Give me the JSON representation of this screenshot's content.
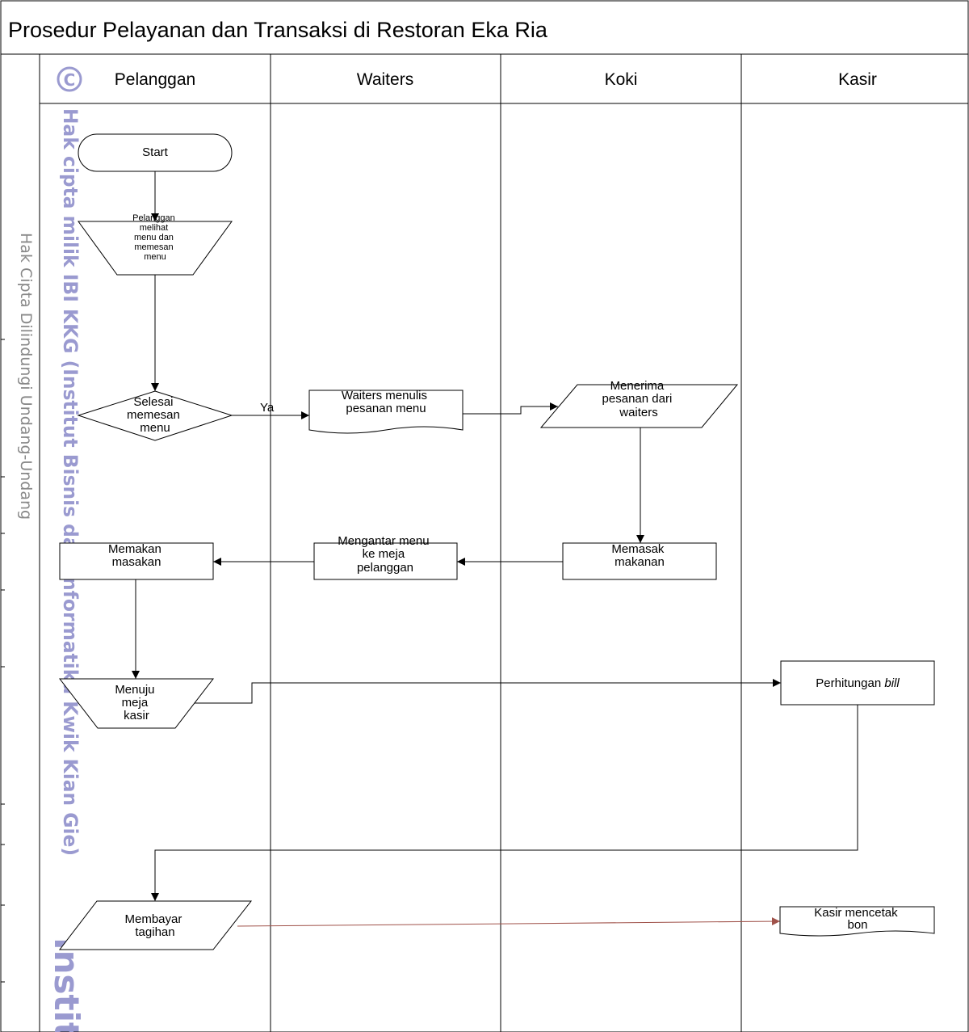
{
  "title": "Prosedur Pelayanan dan Transaksi di Restoran Eka Ria",
  "lanes": [
    "Pelanggan",
    "Waiters",
    "Koki",
    "Kasir"
  ],
  "watermark": {
    "side_text": "Hak Cipta Dilindungi Undang-Undang",
    "copyright_symbol": "C",
    "overlay_text": "Hak cipta milik IBI KKG (Institut Bisnis dan Informatika Kwik Kian Gie)",
    "bottom_text": "Institu"
  },
  "nodes": {
    "start": "Start",
    "lihat_menu": [
      "Pelanggan",
      "melihat",
      "menu dan",
      "memesan",
      "menu"
    ],
    "selesai": [
      "Selesai",
      "memesan",
      "menu"
    ],
    "waiters_menulis": [
      "Waiters menulis",
      "pesanan menu"
    ],
    "menerima": [
      "Menerima",
      "pesanan dari",
      "waiters"
    ],
    "memasak": [
      "Memasak",
      "makanan"
    ],
    "mengantar": [
      "Mengantar menu",
      "ke meja",
      "pelanggan"
    ],
    "memakan": [
      "Memakan",
      "masakan"
    ],
    "menuju": [
      "Menuju",
      "meja",
      "kasir"
    ],
    "perhitungan": "Perhitungan",
    "perhitungan_em": "bill",
    "membayar": [
      "Membayar",
      "tagihan"
    ],
    "mencetak": [
      "Kasir mencetak",
      "bon"
    ]
  },
  "edge_labels": {
    "ya": "Ya"
  },
  "colors": {
    "line": "#000000",
    "highlight_arrow": "#a0524a",
    "watermark": "#9a9ad0",
    "watermark_side": "#888888"
  }
}
